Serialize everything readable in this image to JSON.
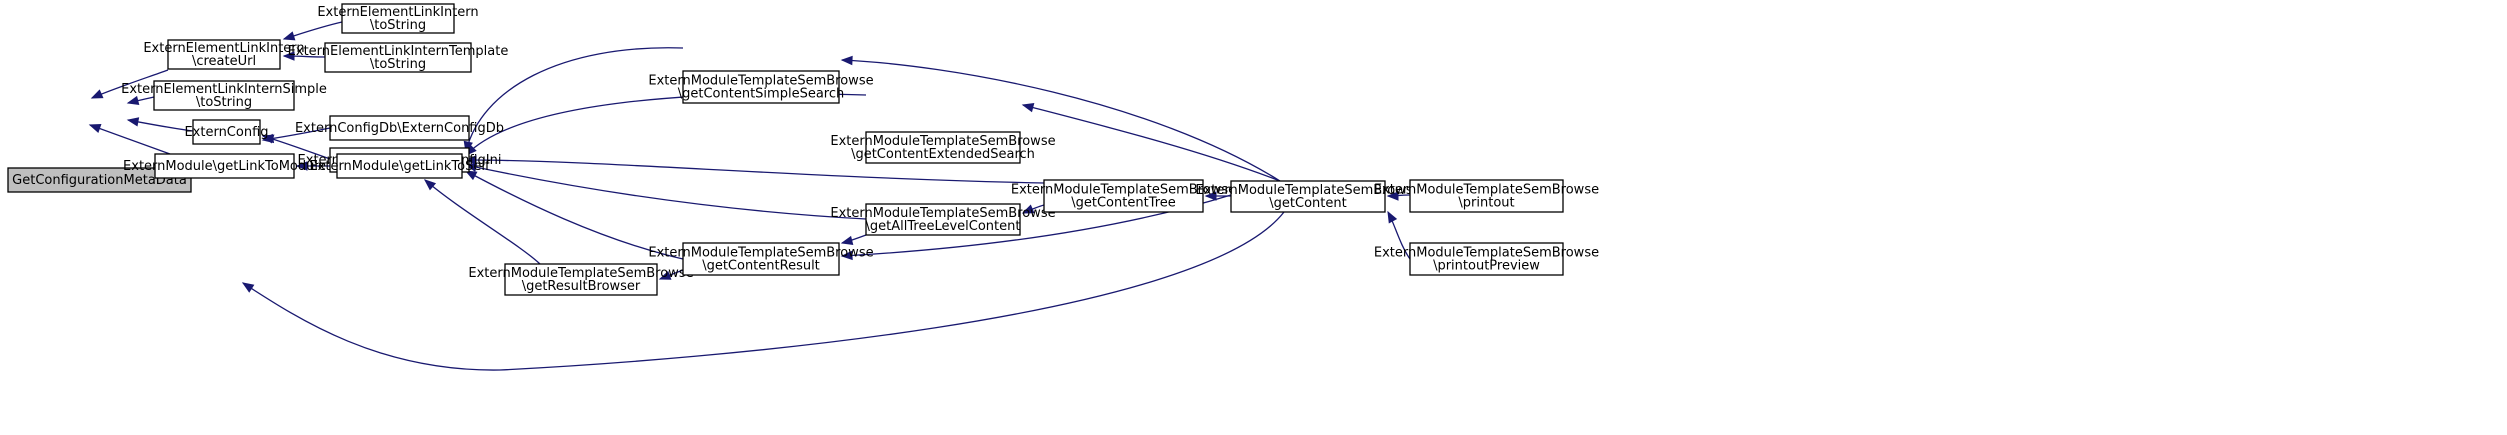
{
  "graph": {
    "nodes": {
      "root": {
        "lines": [
          "GetConfigurationMetaData"
        ]
      },
      "elintern_createurl": {
        "lines": [
          "ExternElementLinkIntern",
          "\\createUrl"
        ]
      },
      "elintern_tostring": {
        "lines": [
          "ExternElementLinkIntern",
          "\\toString"
        ]
      },
      "elinterntemplate_tostring": {
        "lines": [
          "ExternElementLinkInternTemplate",
          "\\toString"
        ]
      },
      "elinternsimple_tostring": {
        "lines": [
          "ExternElementLinkInternSimple",
          "\\toString"
        ]
      },
      "externconfig": {
        "lines": [
          "ExternConfig"
        ]
      },
      "configdb": {
        "lines": [
          "ExternConfigDb\\ExternConfigDb"
        ]
      },
      "configini": {
        "lines": [
          "ExternConfigIni\\ExternConfigIni"
        ]
      },
      "getlinktomodule": {
        "lines": [
          "ExternModule\\getLinkToModule"
        ]
      },
      "getlinktoself": {
        "lines": [
          "ExternModule\\getLinkToSelf"
        ]
      },
      "getresultbrowser": {
        "lines": [
          "ExternModuleTemplateSemBrowse",
          "\\getResultBrowser"
        ]
      },
      "getcontentsimplesearch": {
        "lines": [
          "ExternModuleTemplateSemBrowse",
          "\\getContentSimpleSearch"
        ]
      },
      "getcontentextendedsearch": {
        "lines": [
          "ExternModuleTemplateSemBrowse",
          "\\getContentExtendedSearch"
        ]
      },
      "getalltreelevelcontent": {
        "lines": [
          "ExternModuleTemplateSemBrowse",
          "\\getAllTreeLevelContent"
        ]
      },
      "getcontentresult": {
        "lines": [
          "ExternModuleTemplateSemBrowse",
          "\\getContentResult"
        ]
      },
      "getcontenttree": {
        "lines": [
          "ExternModuleTemplateSemBrowse",
          "\\getContentTree"
        ]
      },
      "getcontent": {
        "lines": [
          "ExternModuleTemplateSemBrowse",
          "\\getContent"
        ]
      },
      "printout": {
        "lines": [
          "ExternModuleTemplateSemBrowse",
          "\\printout"
        ]
      },
      "printoutpreview": {
        "lines": [
          "ExternModuleTemplateSemBrowse",
          "\\printoutPreview"
        ]
      }
    },
    "edges": [
      {
        "from": "elintern_createurl",
        "to": "root"
      },
      {
        "from": "elinternsimple_tostring",
        "to": "root"
      },
      {
        "from": "externconfig",
        "to": "root"
      },
      {
        "from": "getlinktomodule",
        "to": "root"
      },
      {
        "from": "elintern_tostring",
        "to": "elintern_createurl"
      },
      {
        "from": "elinterntemplate_tostring",
        "to": "elintern_createurl"
      },
      {
        "from": "configdb",
        "to": "externconfig"
      },
      {
        "from": "configini",
        "to": "externconfig"
      },
      {
        "from": "getlinktoself",
        "to": "getlinktomodule"
      },
      {
        "from": "getcontent",
        "to": "getlinktomodule"
      },
      {
        "from": "getcontentsimplesearch",
        "to": "getlinktoself"
      },
      {
        "from": "getcontentextendedsearch",
        "to": "getlinktoself"
      },
      {
        "from": "getcontenttree",
        "to": "getlinktoself"
      },
      {
        "from": "getalltreelevelcontent",
        "to": "getlinktoself"
      },
      {
        "from": "getcontentresult",
        "to": "getlinktoself"
      },
      {
        "from": "getresultbrowser",
        "to": "getlinktoself"
      },
      {
        "from": "getcontentresult",
        "to": "getresultbrowser"
      },
      {
        "from": "getalltreelevelcontent",
        "to": "getcontentresult"
      },
      {
        "from": "getcontent",
        "to": "getcontentresult"
      },
      {
        "from": "getcontenttree",
        "to": "getalltreelevelcontent"
      },
      {
        "from": "getcontent",
        "to": "getcontenttree"
      },
      {
        "from": "getcontent",
        "to": "getcontentsimplesearch"
      },
      {
        "from": "getcontent",
        "to": "getcontentextendedsearch"
      },
      {
        "from": "printout",
        "to": "getcontent"
      },
      {
        "from": "printoutpreview",
        "to": "getcontent"
      }
    ]
  }
}
